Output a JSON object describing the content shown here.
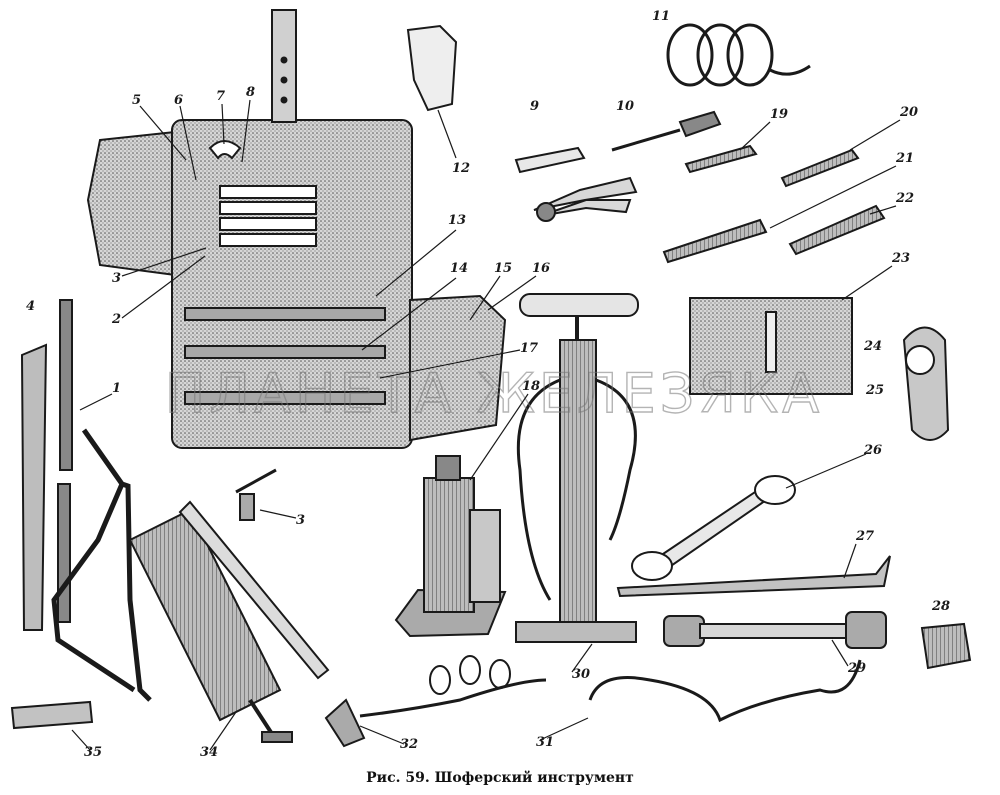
{
  "caption": "Рис. 59. Шоферский инструмент",
  "watermark": "ПЛАНЕТА ЖЕЛЕЗЯКА",
  "callouts": [
    "1",
    "2",
    "3",
    "3",
    "4",
    "5",
    "6",
    "7",
    "8",
    "9",
    "10",
    "11",
    "12",
    "13",
    "14",
    "15",
    "16",
    "17",
    "18",
    "19",
    "20",
    "21",
    "22",
    "23",
    "24",
    "25",
    "26",
    "27",
    "28",
    "29",
    "30",
    "31",
    "32",
    "34",
    "35"
  ],
  "colors": {
    "ink": "#1a1a1a",
    "shade": "#8a8a8a",
    "light": "#c9c9c9",
    "paper": "#ffffff"
  }
}
